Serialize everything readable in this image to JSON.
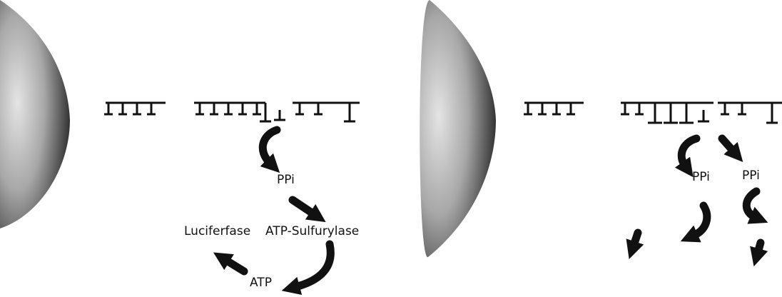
{
  "panels": [
    {
      "id": "left",
      "labels": {
        "ppi": "PPi",
        "luciferase": "Luciferfase",
        "atp_sulfurylase": "ATP-Sulfurylase",
        "atp": "ATP"
      }
    },
    {
      "id": "right",
      "labels": {
        "ppi_1": "PPi",
        "ppi_2": "PPi"
      }
    }
  ],
  "colors": {
    "ink": "#111111",
    "background": "#ffffff",
    "bead_dark": "#1a1a1a",
    "bead_light": "#dddddd"
  }
}
